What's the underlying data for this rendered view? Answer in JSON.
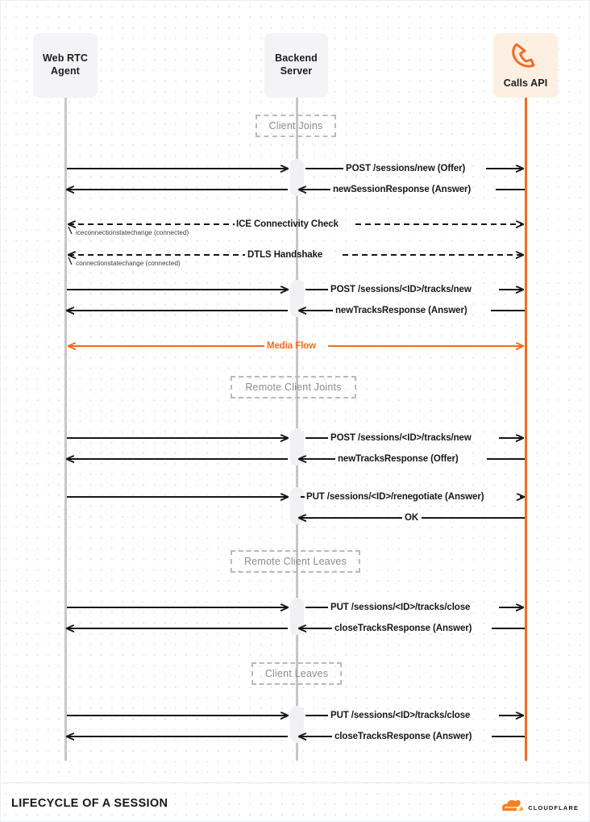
{
  "footer": {
    "title": "LIFECYCLE OF A SESSION",
    "logo_text": "CLOUDFLARE",
    "logo_icon": "cloudflare-cloud-icon"
  },
  "colors": {
    "accent_orange": "#f26b21",
    "logo_orange_light": "#f6821f",
    "lifeline_gray": "#c6c6c8",
    "actor_box_gray": "#f4f4f6",
    "actor_box_peach": "#fdf0e3",
    "fragment_border": "#b9b9bd",
    "fragment_text": "#8b8b90",
    "message_text": "#17171a"
  },
  "actors": [
    {
      "id": "client",
      "label_line1": "Web RTC",
      "label_line2": "Agent",
      "icon": null
    },
    {
      "id": "backend",
      "label_line1": "Backend",
      "label_line2": "Server",
      "icon": null
    },
    {
      "id": "calls",
      "label_line1": "Calls API",
      "label_line2": "",
      "icon": "phone-call-icon"
    }
  ],
  "fragments": [
    {
      "label": "Client Joins"
    },
    {
      "label": "Remote Client Joints"
    },
    {
      "label": "Remote Client Leaves"
    },
    {
      "label": "Client Leaves"
    }
  ],
  "messages": [
    {
      "id": "m1",
      "left_label": "",
      "right_label": "POST /sessions/new (Offer)",
      "sub_label": "",
      "direction": "right",
      "style": "solid",
      "color": "black"
    },
    {
      "id": "m2",
      "left_label": "",
      "right_label": "newSessionResponse (Answer)",
      "sub_label": "",
      "direction": "left",
      "style": "solid",
      "color": "black"
    },
    {
      "id": "m3",
      "left_label": "",
      "right_label": "ICE Connectivity Check",
      "sub_label": "iceconnectionstatechange (connected)",
      "direction": "both",
      "style": "dashed",
      "color": "black"
    },
    {
      "id": "m4",
      "left_label": "",
      "right_label": "DTLS Handshake",
      "sub_label": "connectionstatechange (connected)",
      "direction": "both",
      "style": "dashed",
      "color": "black"
    },
    {
      "id": "m5",
      "left_label": "",
      "right_label": "POST /sessions/<ID>/tracks/new",
      "sub_label": "",
      "direction": "right",
      "style": "solid",
      "color": "black"
    },
    {
      "id": "m6",
      "left_label": "",
      "right_label": "newTracksResponse (Answer)",
      "sub_label": "",
      "direction": "left",
      "style": "solid",
      "color": "black"
    },
    {
      "id": "m7",
      "left_label": "",
      "right_label": "Media Flow",
      "sub_label": "",
      "direction": "both",
      "style": "solid",
      "color": "orange"
    },
    {
      "id": "m8",
      "left_label": "",
      "right_label": "POST /sessions/<ID>/tracks/new",
      "sub_label": "",
      "direction": "right",
      "style": "solid",
      "color": "black"
    },
    {
      "id": "m9",
      "left_label": "",
      "right_label": "newTracksResponse (Offer)",
      "sub_label": "",
      "direction": "left",
      "style": "solid",
      "color": "black"
    },
    {
      "id": "m10",
      "left_label": "",
      "right_label": "PUT /sessions/<ID>/renegotiate (Answer)",
      "sub_label": "",
      "direction": "right",
      "style": "solid",
      "color": "black"
    },
    {
      "id": "m11",
      "left_label": "",
      "right_label": "OK",
      "sub_label": "",
      "direction": "left",
      "style": "solid",
      "color": "black"
    },
    {
      "id": "m12",
      "left_label": "",
      "right_label": "PUT /sessions/<ID>/tracks/close",
      "sub_label": "",
      "direction": "right",
      "style": "solid",
      "color": "black"
    },
    {
      "id": "m13",
      "left_label": "",
      "right_label": "closeTracksResponse (Answer)",
      "sub_label": "",
      "direction": "left",
      "style": "solid",
      "color": "black"
    },
    {
      "id": "m14",
      "left_label": "",
      "right_label": "PUT /sessions/<ID>/tracks/close",
      "sub_label": "",
      "direction": "right",
      "style": "solid",
      "color": "black"
    },
    {
      "id": "m15",
      "left_label": "",
      "right_label": "closeTracksResponse (Answer)",
      "sub_label": "",
      "direction": "left",
      "style": "solid",
      "color": "black"
    }
  ]
}
